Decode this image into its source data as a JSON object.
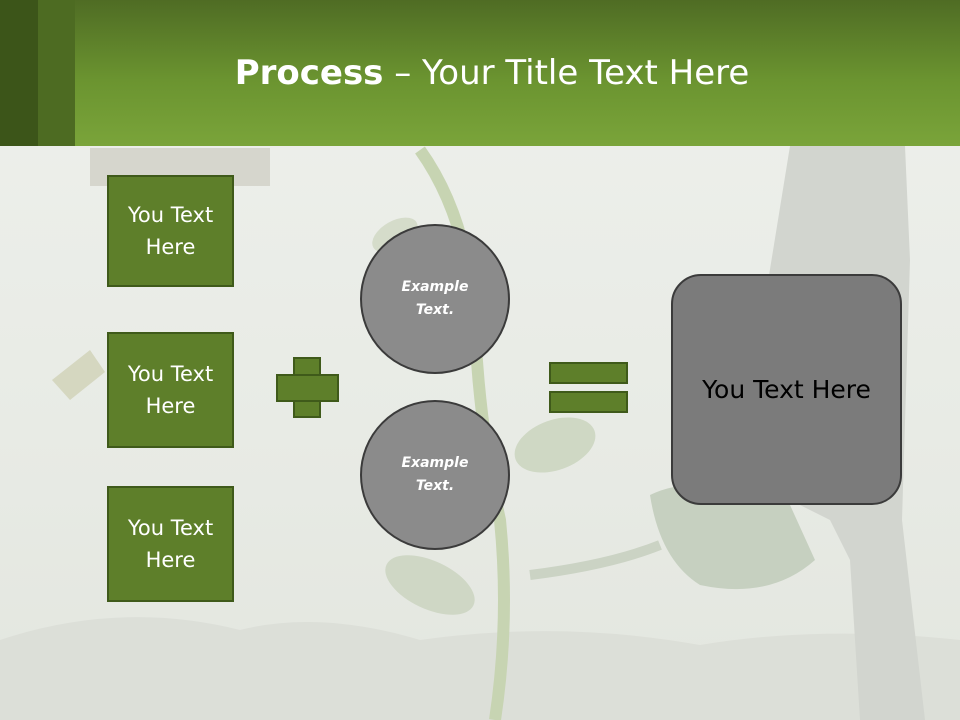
{
  "header": {
    "title_bold": "Process",
    "title_rest": " – Your Title Text Here"
  },
  "inputs": [
    {
      "label": "You Text Here"
    },
    {
      "label": "You Text Here"
    },
    {
      "label": "You Text Here"
    }
  ],
  "circles": [
    {
      "label": "Example Text."
    },
    {
      "label": "Example Text."
    }
  ],
  "operators": {
    "plus_icon": "plus-icon",
    "equals_icon": "equals-icon"
  },
  "result": {
    "label": "You Text Here"
  },
  "colors": {
    "header_green": "#7aa43a",
    "box_green": "#5e7f2a",
    "circle_gray": "#8b8b8b",
    "result_gray": "#7b7b7b"
  }
}
